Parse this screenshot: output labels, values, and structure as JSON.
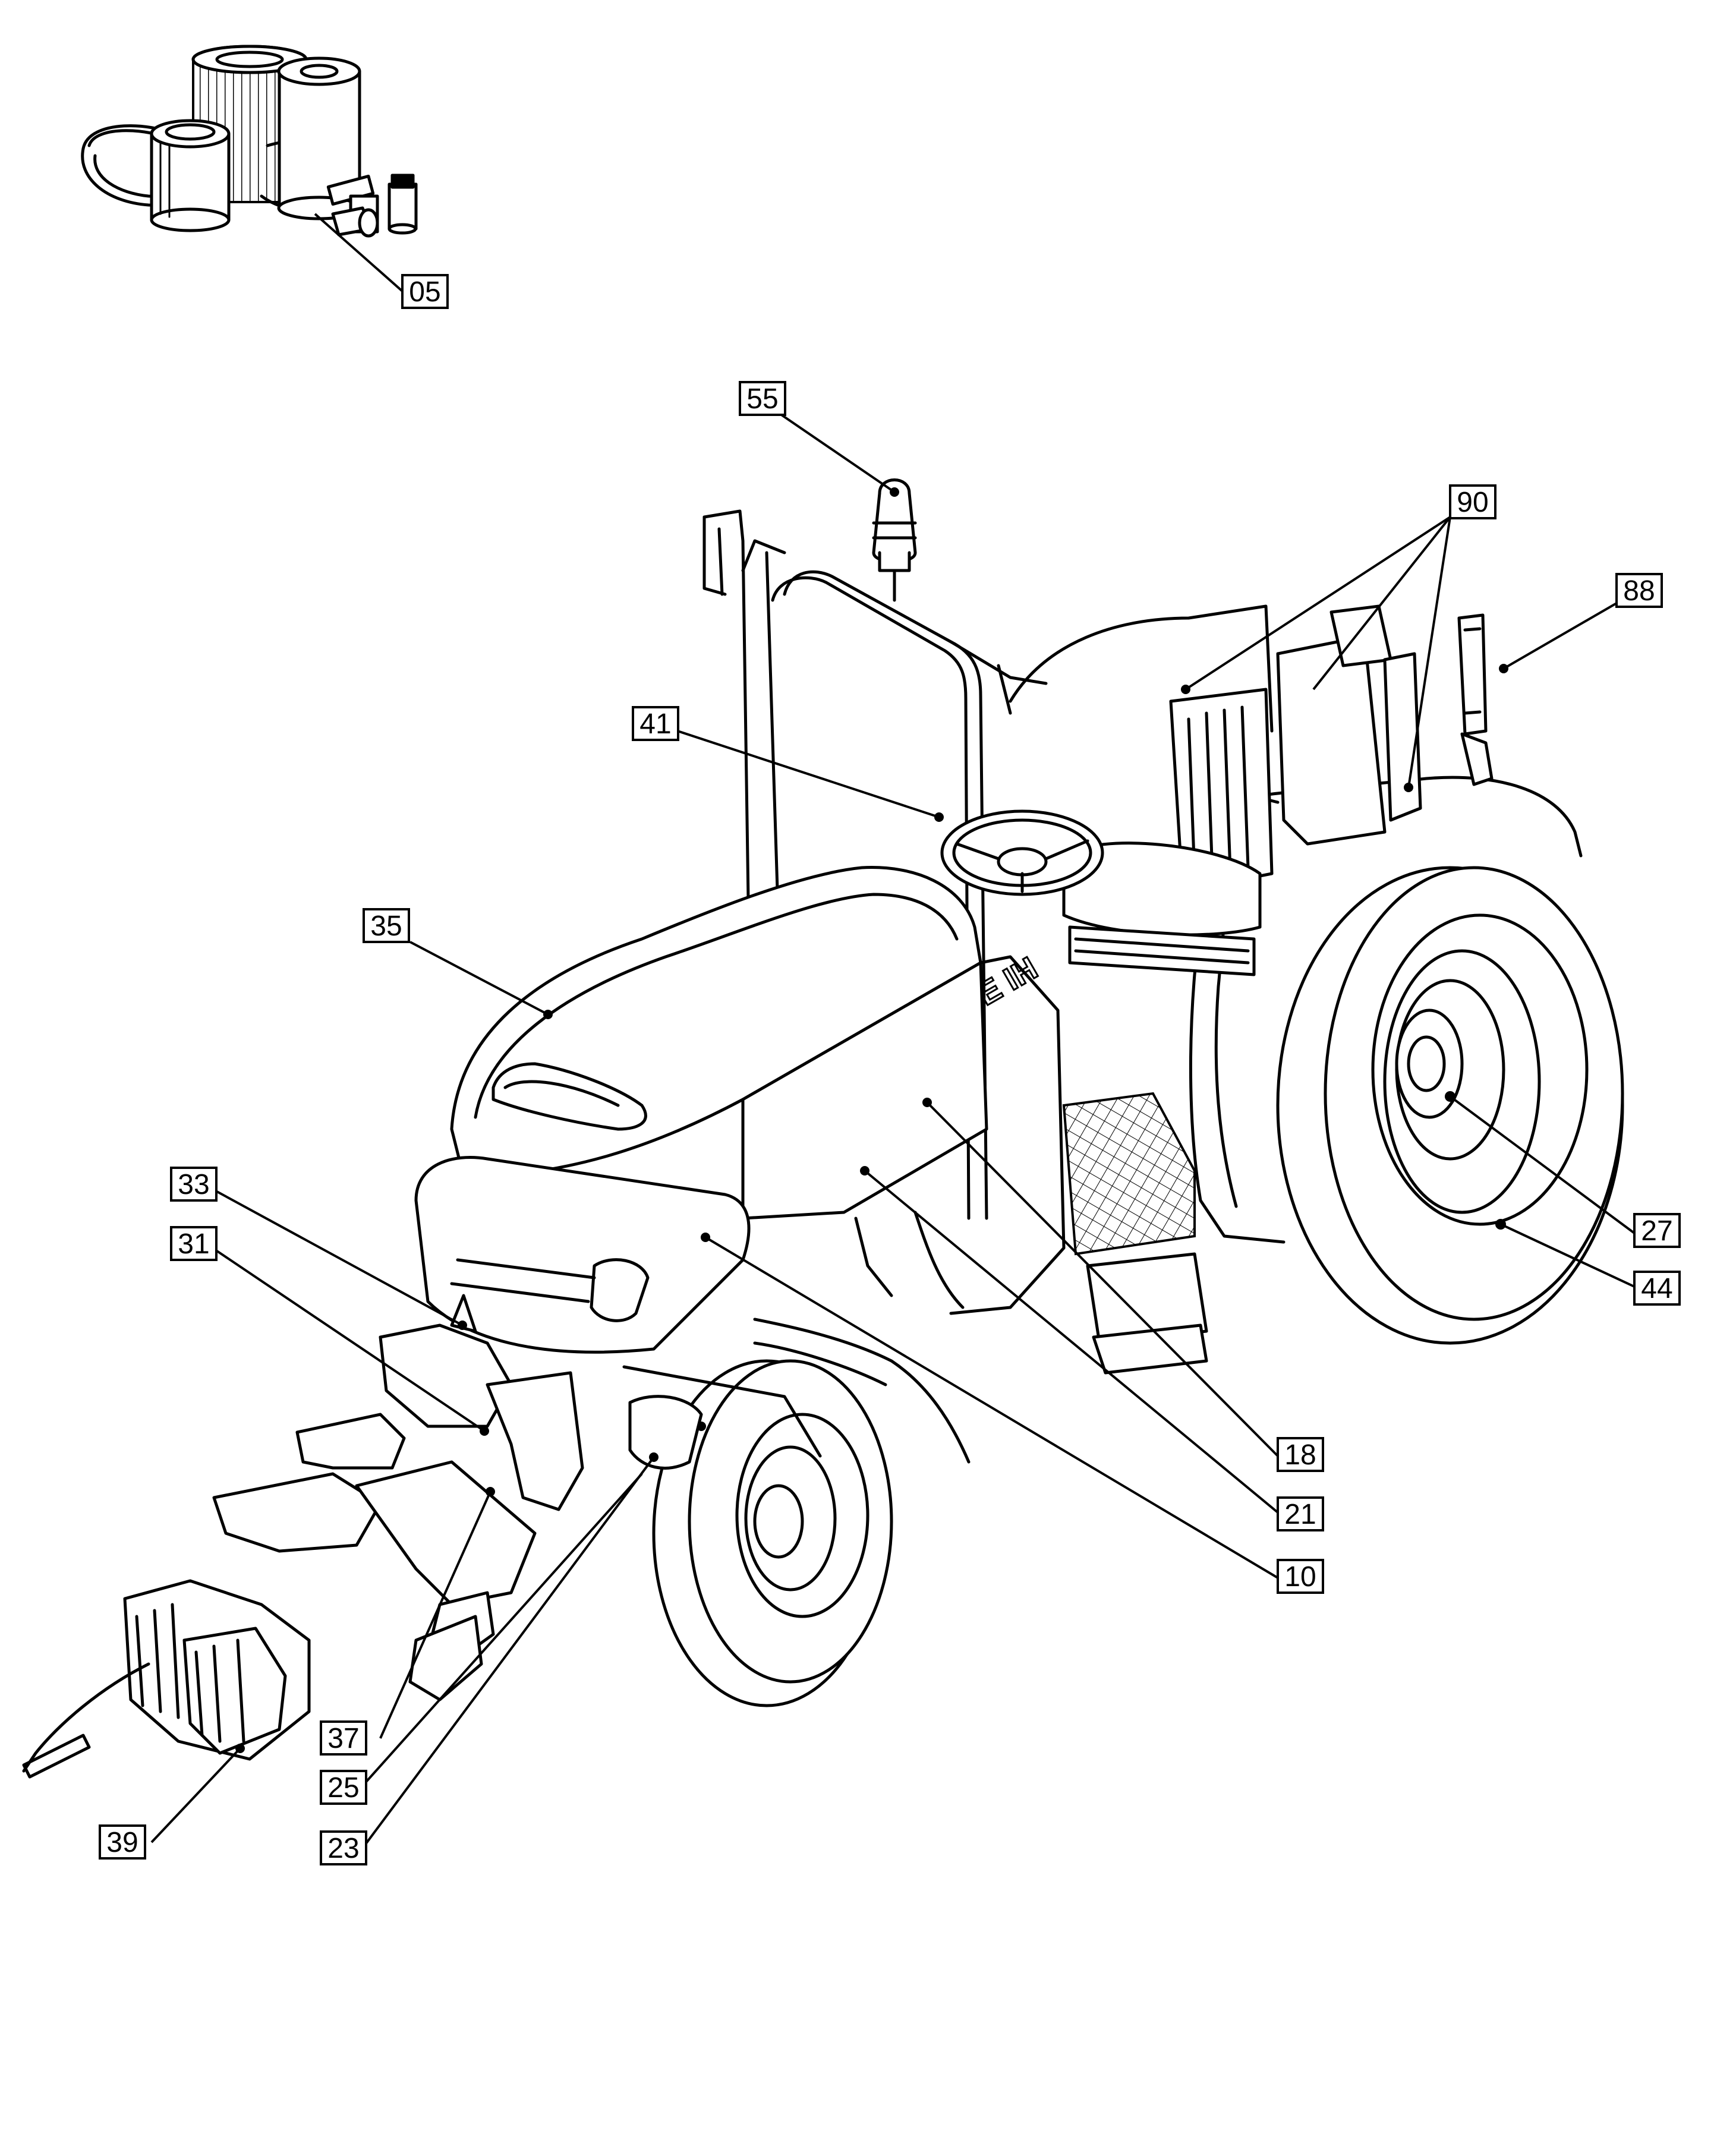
{
  "diagram": {
    "callouts": [
      {
        "id": "c05",
        "label": "05"
      },
      {
        "id": "c55",
        "label": "55"
      },
      {
        "id": "c90",
        "label": "90"
      },
      {
        "id": "c88",
        "label": "88"
      },
      {
        "id": "c41",
        "label": "41"
      },
      {
        "id": "c35",
        "label": "35"
      },
      {
        "id": "c33",
        "label": "33"
      },
      {
        "id": "c31",
        "label": "31"
      },
      {
        "id": "c27",
        "label": "27"
      },
      {
        "id": "c44",
        "label": "44"
      },
      {
        "id": "c18",
        "label": "18"
      },
      {
        "id": "c21",
        "label": "21"
      },
      {
        "id": "c10",
        "label": "10"
      },
      {
        "id": "c37",
        "label": "37"
      },
      {
        "id": "c25",
        "label": "25"
      },
      {
        "id": "c23",
        "label": "23"
      },
      {
        "id": "c39",
        "label": "39"
      }
    ],
    "hood_brand_text": "CASE IH"
  }
}
